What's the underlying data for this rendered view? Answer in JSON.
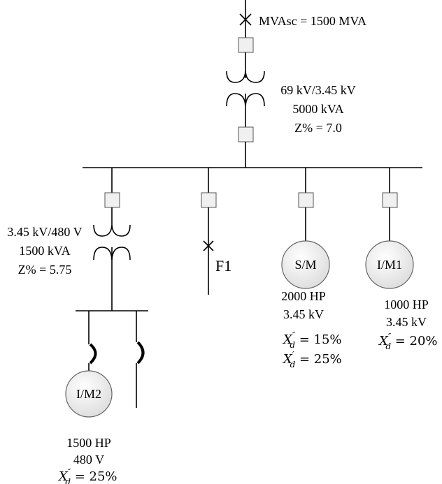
{
  "source": {
    "text": "MVAsc = 1500 MVA"
  },
  "main_transformer": {
    "line1": "69 kV/3.45 kV",
    "line2": "5000 kVA",
    "line3": "Z% = 7.0"
  },
  "branch_transformer": {
    "line1": "3.45 kV/480 V",
    "line2": "1500 kVA",
    "line3": "Z% = 5.75"
  },
  "fault": {
    "label": "F1"
  },
  "sm": {
    "label": "S/M",
    "line1": "2000 HP",
    "line2": "3.45 kV",
    "xd2_sym": "X",
    "xd2_sup": "″",
    "xd2_sub": "d",
    "xd2_val": " = 15%",
    "xd1_sym": "X",
    "xd1_sup": "′",
    "xd1_sub": "d",
    "xd1_val": " = 25%"
  },
  "im1": {
    "label": "I/M1",
    "line1": "1000 HP",
    "line2": "3.45 kV",
    "xd2_sym": "X",
    "xd2_sup": "″",
    "xd2_sub": "d",
    "xd2_val": " = 20%"
  },
  "im2": {
    "label": "I/M2",
    "line1": "1500 HP",
    "line2": "480 V",
    "xd2_sym": "X",
    "xd2_sup": "″",
    "xd2_sub": "d",
    "xd2_val": " = 25%"
  }
}
